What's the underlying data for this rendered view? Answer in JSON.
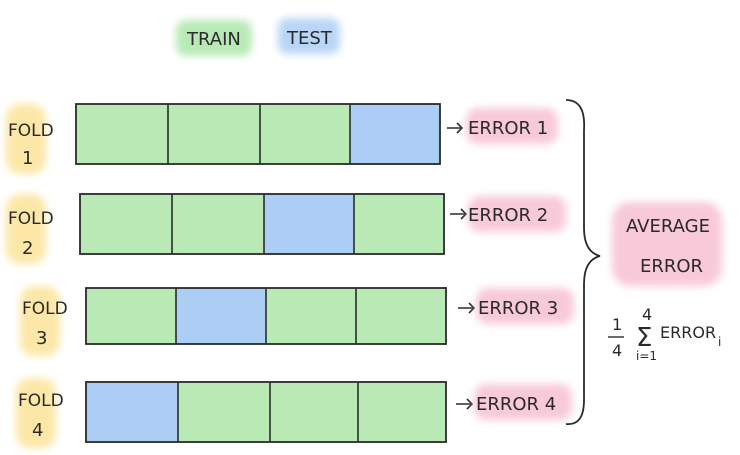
{
  "legend": {
    "train_label": "TRAIN",
    "test_label": "TEST",
    "train_color": "#7fd87a",
    "test_color": "#7fb4f0"
  },
  "folds": [
    {
      "label_word": "FOLD",
      "label_num": "1",
      "test_segment": 4,
      "error_label": "ERROR 1"
    },
    {
      "label_word": "FOLD",
      "label_num": "2",
      "test_segment": 3,
      "error_label": "ERROR 2"
    },
    {
      "label_word": "FOLD",
      "label_num": "3",
      "test_segment": 2,
      "error_label": "ERROR 3"
    },
    {
      "label_word": "FOLD",
      "label_num": "4",
      "test_segment": 1,
      "error_label": "ERROR 4"
    }
  ],
  "segments_per_fold": 4,
  "average": {
    "title_line1": "AVERAGE",
    "title_line2": "ERROR",
    "frac_num": "1",
    "frac_den": "4",
    "sum_upper": "4",
    "sum_lower": "i=1",
    "term": "ERROR",
    "subscript": "i"
  },
  "colors": {
    "fold_highlight": "#fbe08a",
    "error_highlight": "#f6b7cc",
    "ink": "#2a2a2a"
  }
}
